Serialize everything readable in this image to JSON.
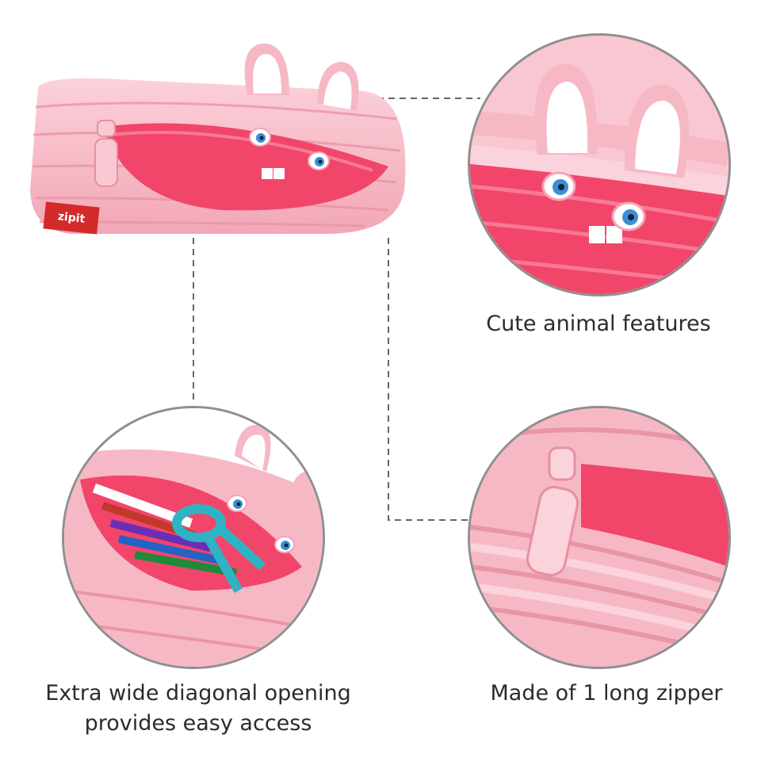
{
  "brand": {
    "tag": "zipit"
  },
  "features": {
    "animal": "Cute animal features",
    "opening_line1": "Extra wide diagonal opening",
    "opening_line2": "provides easy access",
    "zipper": "Made of 1 long zipper"
  },
  "colors": {
    "pink": "#f7b8c5",
    "pink_light": "#fbd3dc",
    "inner": "#f2456a",
    "circle_border": "#8f8f8f",
    "dash": "#666666",
    "label_red": "#d32a2a"
  },
  "icons": [
    "bunny-ear-icon",
    "eye-icon",
    "zipper-pull-icon"
  ]
}
